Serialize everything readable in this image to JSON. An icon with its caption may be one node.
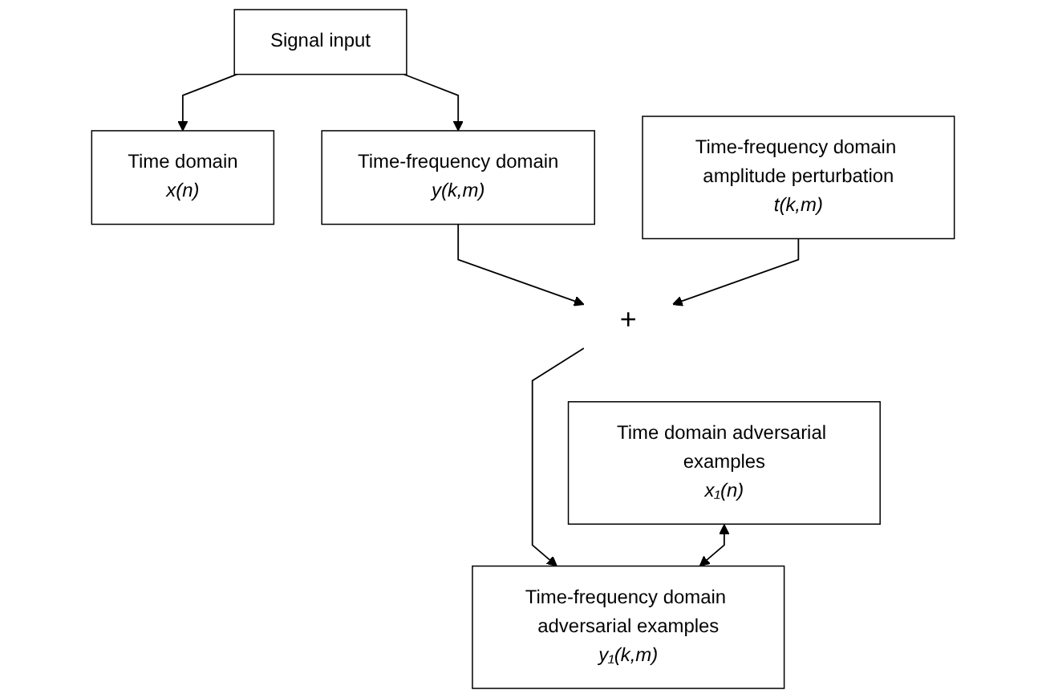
{
  "diagram": {
    "nodes": [
      {
        "text": [
          "Signal input"
        ]
      },
      {
        "text": [
          "Time domain",
          "x(n)"
        ]
      },
      {
        "text": [
          "Time-frequency domain",
          "y(k,m)"
        ]
      },
      {
        "text": [
          "Time-frequency domain amplitude perturbation",
          "t(k,m)"
        ]
      },
      {
        "text": [
          "+"
        ]
      },
      {
        "text": [
          "Time domain adversarial examples",
          "x₁(n)"
        ]
      },
      {
        "text": [
          "Time-frequency domain adversarial examples",
          "y₁(k,m)"
        ]
      }
    ],
    "edges": [
      {
        "from": 0,
        "to": 1,
        "arrow": "to"
      },
      {
        "from": 0,
        "to": 2,
        "arrow": "to"
      },
      {
        "from": 2,
        "to": 4,
        "arrow": "to"
      },
      {
        "from": 3,
        "to": 4,
        "arrow": "to"
      },
      {
        "from": 4,
        "to": 6,
        "arrow": "to"
      },
      {
        "from": 5,
        "to": 6,
        "arrow": "both"
      }
    ]
  }
}
